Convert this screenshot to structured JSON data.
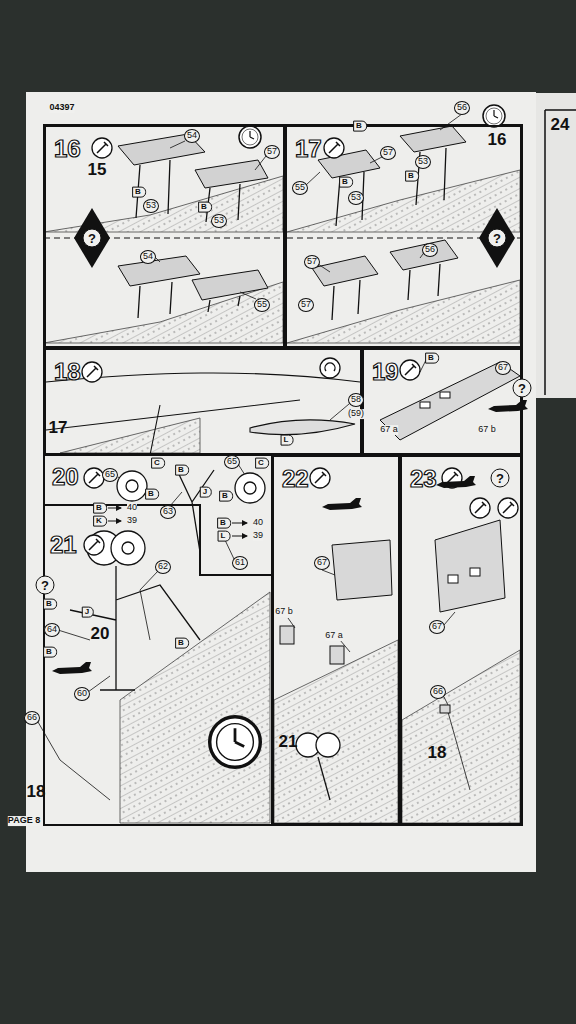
{
  "diagram": {
    "nodes": [
      {
        "text": [
          "16"
        ]
      },
      {
        "text": [
          "17"
        ]
      },
      {
        "text": [
          "18"
        ]
      },
      {
        "text": [
          "19"
        ]
      },
      {
        "text": [
          "20"
        ]
      },
      {
        "text": [
          "21"
        ]
      },
      {
        "text": [
          "22"
        ]
      },
      {
        "text": [
          "23"
        ]
      }
    ],
    "labels": [
      "04397",
      "15",
      "54",
      "57",
      "B",
      "53",
      "B",
      "53",
      "54",
      "55",
      "B",
      "56",
      "16",
      "57",
      "B",
      "53",
      "55",
      "B",
      "53",
      "57",
      "56",
      "57",
      "?",
      "?",
      "17",
      "58",
      "(59)",
      "L",
      "B",
      "67",
      "67 a",
      "67 b",
      "?",
      "C",
      "65",
      "B",
      "B",
      "J",
      "63",
      "65",
      "C",
      "B",
      "B",
      "40",
      "K",
      "39",
      "B",
      "40",
      "L",
      "39",
      "61",
      "?",
      "62",
      "B",
      "J",
      "64",
      "20",
      "B",
      "B",
      "60",
      "66",
      "18",
      "67",
      "67 b",
      "67 a",
      "21",
      "?",
      "67",
      "66",
      "18",
      "PAGE 8",
      "24"
    ]
  }
}
